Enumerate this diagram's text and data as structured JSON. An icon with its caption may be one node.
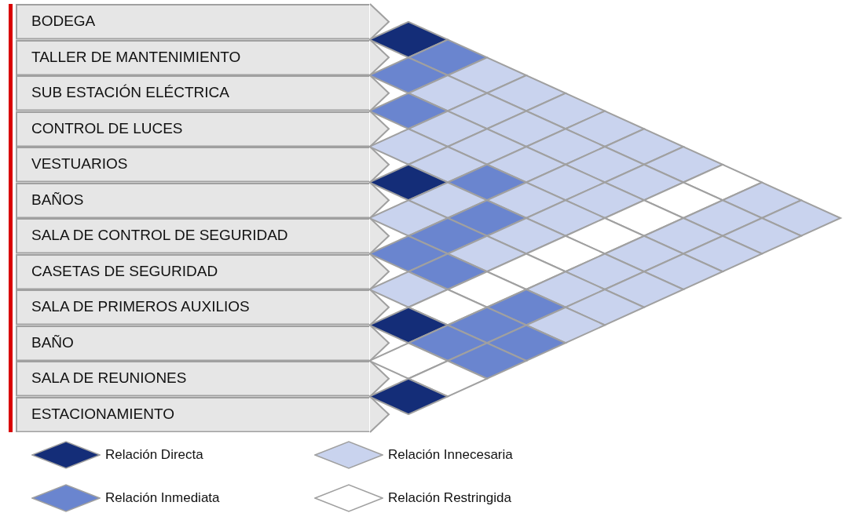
{
  "diagram": {
    "nodes": [
      {
        "text": [
          "BODEGA"
        ]
      },
      {
        "text": [
          "TALLER DE MANTENIMIENTO"
        ]
      },
      {
        "text": [
          "SUB ESTACIÓN ELÉCTRICA"
        ]
      },
      {
        "text": [
          "CONTROL DE LUCES"
        ]
      },
      {
        "text": [
          "VESTUARIOS"
        ]
      },
      {
        "text": [
          "BAÑOS"
        ]
      },
      {
        "text": [
          "SALA DE CONTROL DE SEGURIDAD"
        ]
      },
      {
        "text": [
          "CASETAS DE SEGURIDAD"
        ]
      },
      {
        "text": [
          "SALA DE PRIMEROS AUXILIOS"
        ]
      },
      {
        "text": [
          "BAÑO"
        ]
      },
      {
        "text": [
          "SALA DE REUNIONES"
        ]
      },
      {
        "text": [
          "ESTACIONAMIENTO"
        ]
      }
    ],
    "legend": [
      {
        "text": "Relación Directa",
        "color": "#142d78"
      },
      {
        "text": "Relación Inmediata",
        "color": "#6a85cf"
      },
      {
        "text": "Relación Innecesaria",
        "color": "#c9d3ee"
      },
      {
        "text": "Relación Restringida",
        "color": "#ffffff"
      }
    ]
  }
}
